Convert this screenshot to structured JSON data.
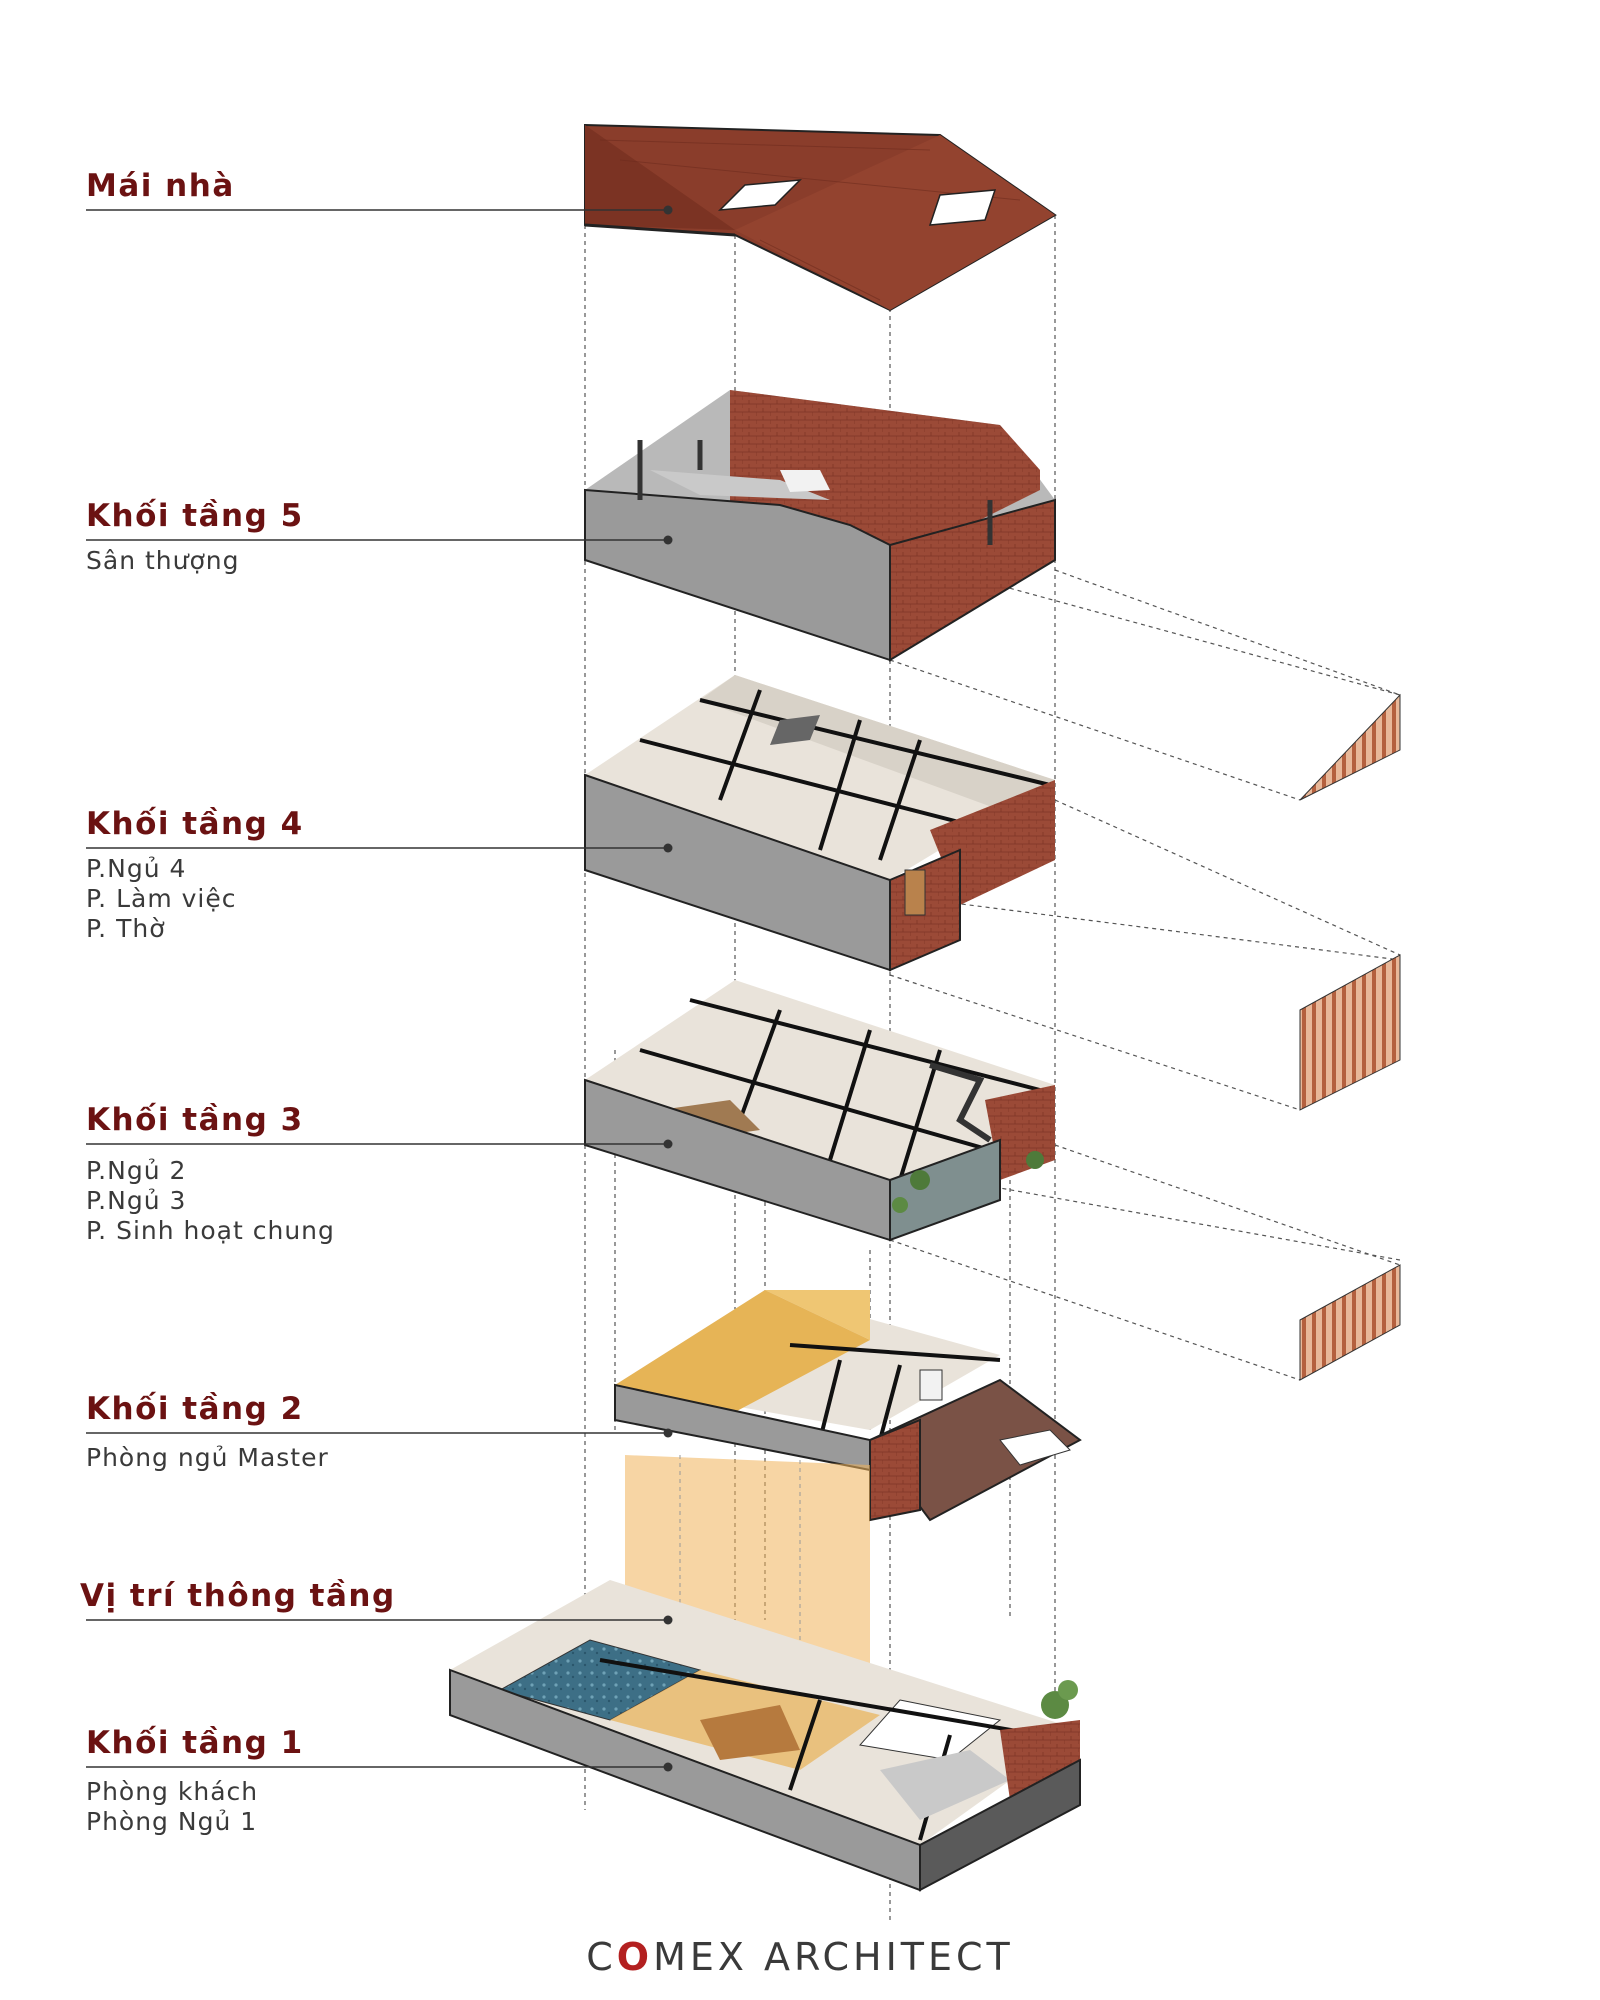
{
  "layers": [
    {
      "key": "roof",
      "title": "Mái nhà",
      "items": []
    },
    {
      "key": "f5",
      "title": "Khối tầng 5",
      "items": [
        "Sân thượng"
      ]
    },
    {
      "key": "f4",
      "title": "Khối tầng 4",
      "items": [
        "P.Ngủ 4",
        "P. Làm việc",
        "P. Thờ"
      ]
    },
    {
      "key": "f3",
      "title": "Khối tầng 3",
      "items": [
        "P.Ngủ 2",
        "P.Ngủ 3",
        "P. Sinh hoạt chung"
      ]
    },
    {
      "key": "f2",
      "title": "Khối tầng 2",
      "items": [
        "Phòng ngủ Master"
      ]
    },
    {
      "key": "void",
      "title": "Vị trí thông tầng",
      "items": []
    },
    {
      "key": "f1",
      "title": "Khối tầng 1",
      "items": [
        "Phòng khách",
        "Phòng Ngủ 1"
      ]
    }
  ],
  "footer": {
    "pre": "C",
    "mark": "O",
    "post": "MEX ARCHITECT"
  },
  "colors": {
    "label_title": "#6b1212",
    "roof": "#8a3d2b",
    "brick": "#9b4a37",
    "concrete": "#9a9a9a",
    "atrium": "#f0b35a",
    "pool": "#3d6f86",
    "accent_red": "#b32020"
  }
}
